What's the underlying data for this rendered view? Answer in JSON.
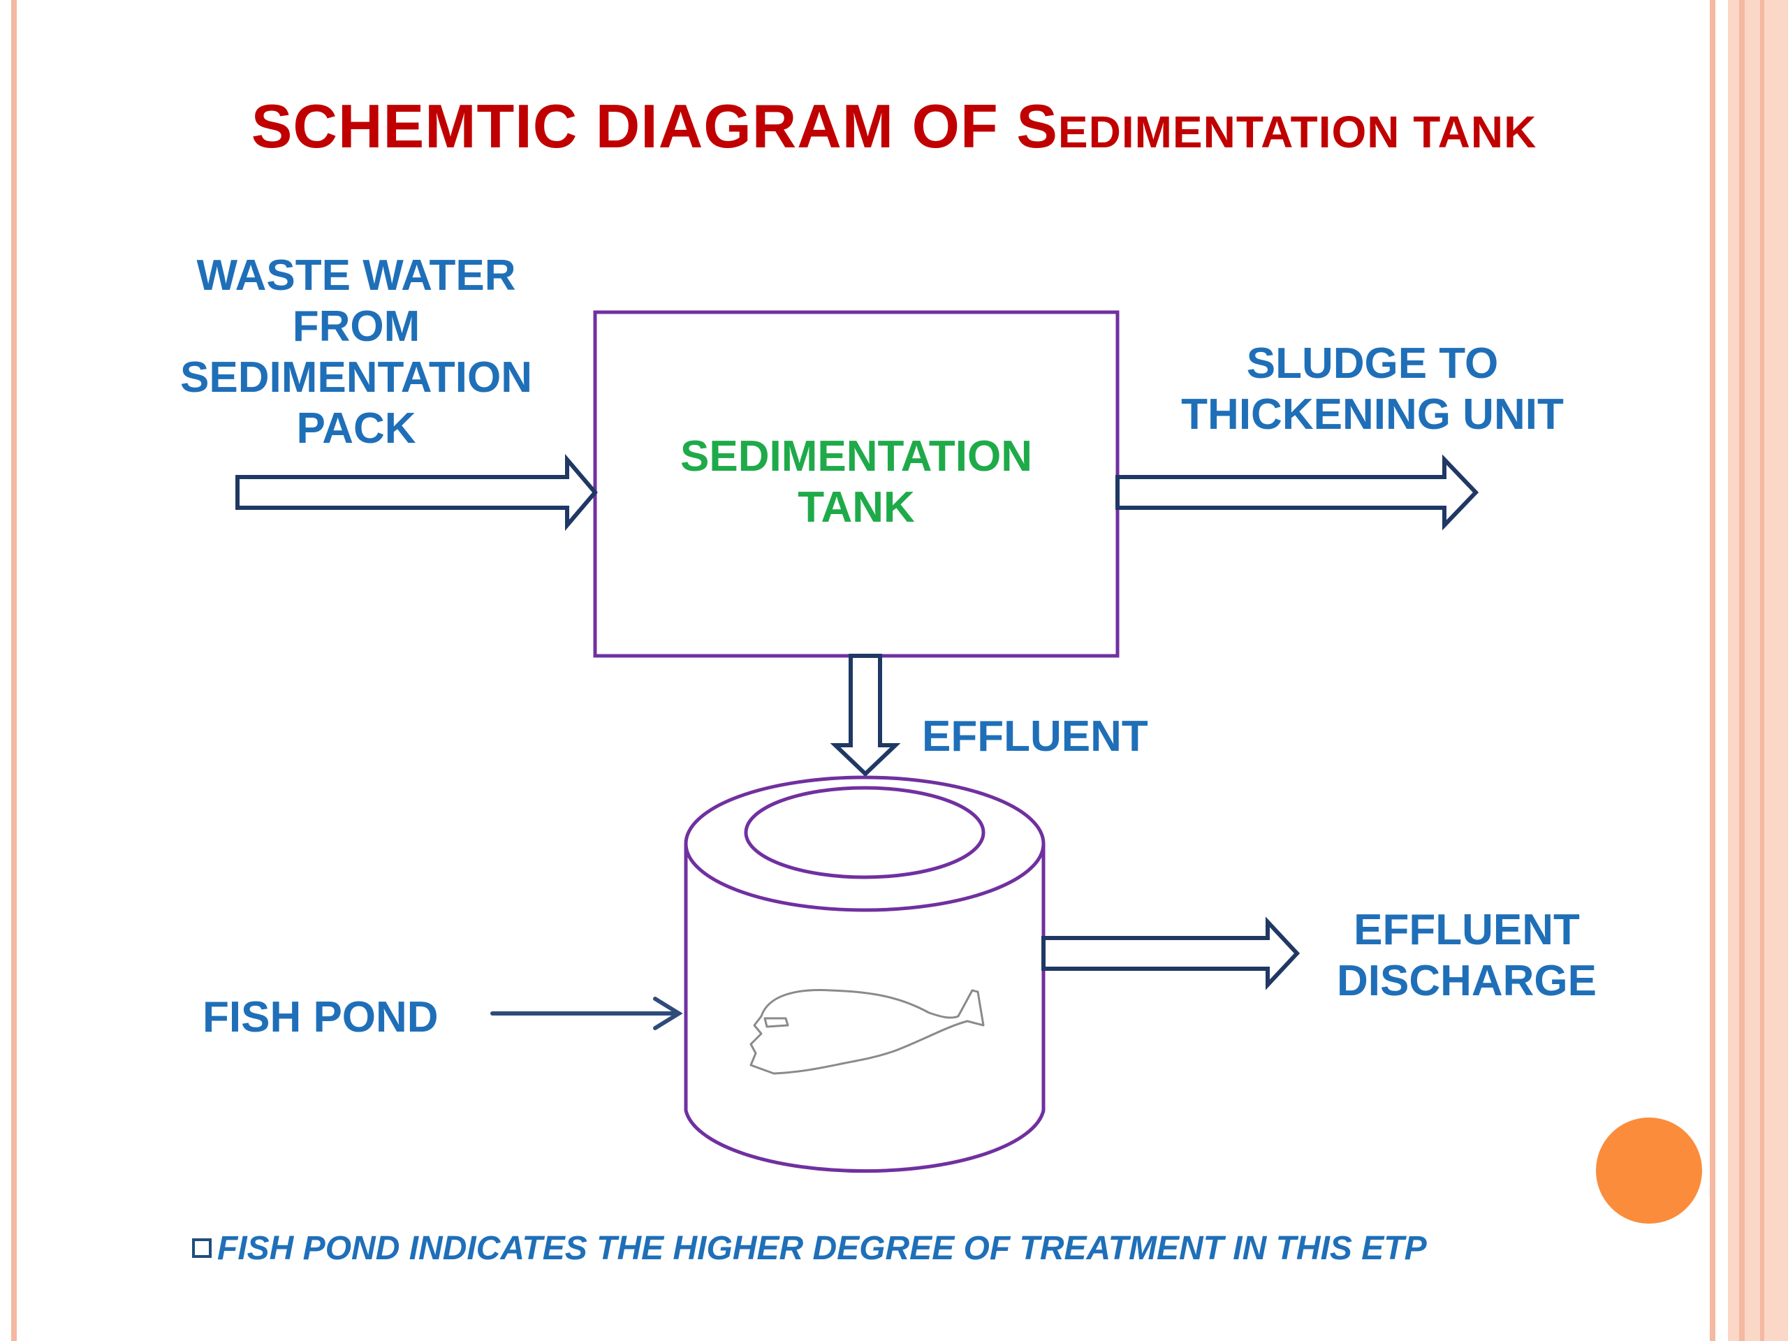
{
  "title": {
    "part1": "SCHEMTIC DIAGRAM OF ",
    "part2_initial": "S",
    "part2_rest": "EDIMENTATION TANK"
  },
  "labels": {
    "waste_water": [
      "WASTE WATER",
      "FROM",
      "SEDIMENTATION",
      "PACK"
    ],
    "tank": [
      "SEDIMENTATION",
      "TANK"
    ],
    "sludge": [
      "SLUDGE TO",
      "THICKENING UNIT"
    ],
    "effluent": "EFFLUENT",
    "fish_pond": "FISH POND",
    "effluent_discharge": [
      "EFFLUENT",
      "DISCHARGE"
    ]
  },
  "footnote": "FISH POND INDICATES THE HIGHER DEGREE OF TREATMENT IN THIS ETP",
  "colors": {
    "title": "#c00000",
    "label": "#1f6fb8",
    "tank_label": "#1faa4a",
    "box_outline": "#7030a0",
    "arrow_outline": "#1f3864",
    "accent_circle": "#fb8c3c"
  }
}
